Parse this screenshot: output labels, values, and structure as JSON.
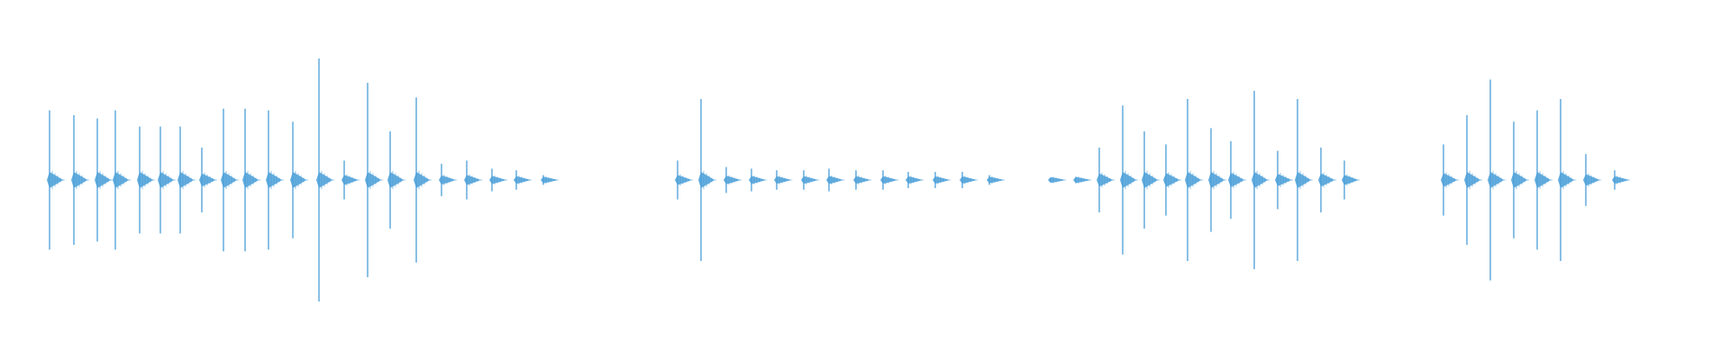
{
  "waveform": {
    "color": "#4a9fd8",
    "scale": {
      "x_max": 1920,
      "y_min": -1,
      "y_max": 1
    },
    "events": [
      {
        "t": 55,
        "amp": 0.43
      },
      {
        "t": 82,
        "amp": 0.4
      },
      {
        "t": 108,
        "amp": 0.38
      },
      {
        "t": 128,
        "amp": 0.43
      },
      {
        "t": 155,
        "amp": 0.33
      },
      {
        "t": 178,
        "amp": 0.33
      },
      {
        "t": 200,
        "amp": 0.33
      },
      {
        "t": 224,
        "amp": 0.2
      },
      {
        "t": 248,
        "amp": 0.44
      },
      {
        "t": 272,
        "amp": 0.44
      },
      {
        "t": 298,
        "amp": 0.43
      },
      {
        "t": 325,
        "amp": 0.36
      },
      {
        "t": 354,
        "amp": 0.75
      },
      {
        "t": 382,
        "amp": 0.12
      },
      {
        "t": 408,
        "amp": 0.6
      },
      {
        "t": 433,
        "amp": 0.3
      },
      {
        "t": 462,
        "amp": 0.51
      },
      {
        "t": 490,
        "amp": 0.1
      },
      {
        "t": 518,
        "amp": 0.12
      },
      {
        "t": 546,
        "amp": 0.07
      },
      {
        "t": 573,
        "amp": 0.06
      },
      {
        "t": 603,
        "amp": 0.03
      },
      {
        "t": 752,
        "amp": 0.12
      },
      {
        "t": 778,
        "amp": 0.5
      },
      {
        "t": 806,
        "amp": 0.08
      },
      {
        "t": 834,
        "amp": 0.07
      },
      {
        "t": 862,
        "amp": 0.06
      },
      {
        "t": 892,
        "amp": 0.06
      },
      {
        "t": 920,
        "amp": 0.07
      },
      {
        "t": 950,
        "amp": 0.06
      },
      {
        "t": 980,
        "amp": 0.06
      },
      {
        "t": 1008,
        "amp": 0.05
      },
      {
        "t": 1038,
        "amp": 0.05
      },
      {
        "t": 1068,
        "amp": 0.05
      },
      {
        "t": 1098,
        "amp": 0.03
      },
      {
        "t": 1166,
        "amp": 0.01
      },
      {
        "t": 1194,
        "amp": 0.02
      },
      {
        "t": 1220,
        "amp": 0.2
      },
      {
        "t": 1246,
        "amp": 0.46
      },
      {
        "t": 1270,
        "amp": 0.3
      },
      {
        "t": 1294,
        "amp": 0.22
      },
      {
        "t": 1318,
        "amp": 0.5
      },
      {
        "t": 1344,
        "amp": 0.32
      },
      {
        "t": 1366,
        "amp": 0.24
      },
      {
        "t": 1392,
        "amp": 0.55
      },
      {
        "t": 1418,
        "amp": 0.18
      },
      {
        "t": 1440,
        "amp": 0.5
      },
      {
        "t": 1466,
        "amp": 0.2
      },
      {
        "t": 1492,
        "amp": 0.12
      },
      {
        "t": 1602,
        "amp": 0.22
      },
      {
        "t": 1628,
        "amp": 0.4
      },
      {
        "t": 1654,
        "amp": 0.62
      },
      {
        "t": 1680,
        "amp": 0.36
      },
      {
        "t": 1706,
        "amp": 0.43
      },
      {
        "t": 1732,
        "amp": 0.5
      },
      {
        "t": 1760,
        "amp": 0.16
      },
      {
        "t": 1792,
        "amp": 0.06
      }
    ]
  }
}
